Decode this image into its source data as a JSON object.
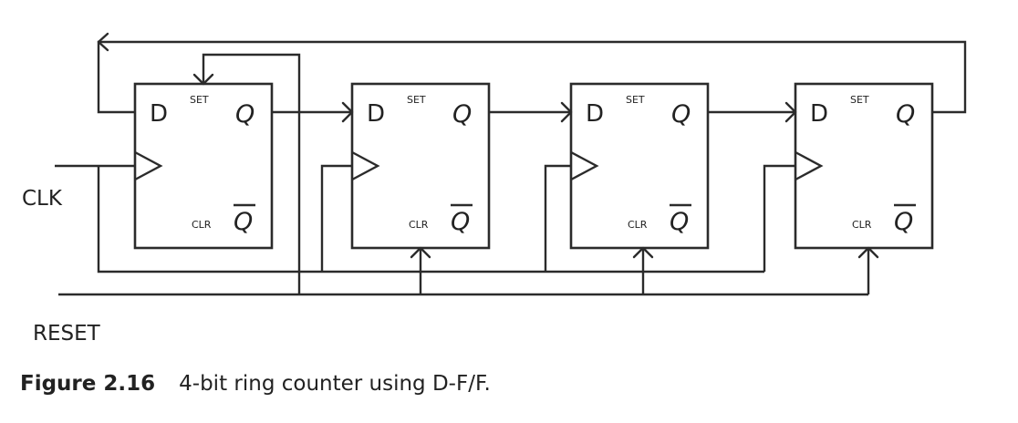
{
  "diagram": {
    "labels": {
      "clk": "CLK",
      "reset": "RESET"
    },
    "flip_flops": [
      {
        "d": "D",
        "set": "SET",
        "q": "Q",
        "clr": "CLR",
        "qbar": "Q"
      },
      {
        "d": "D",
        "set": "SET",
        "q": "Q",
        "clr": "CLR",
        "qbar": "Q"
      },
      {
        "d": "D",
        "set": "SET",
        "q": "Q",
        "clr": "CLR",
        "qbar": "Q"
      },
      {
        "d": "D",
        "set": "SET",
        "q": "Q",
        "clr": "CLR",
        "qbar": "Q"
      }
    ]
  },
  "caption": {
    "number": "Figure 2.16",
    "text": "4-bit ring counter using D-F/F."
  }
}
